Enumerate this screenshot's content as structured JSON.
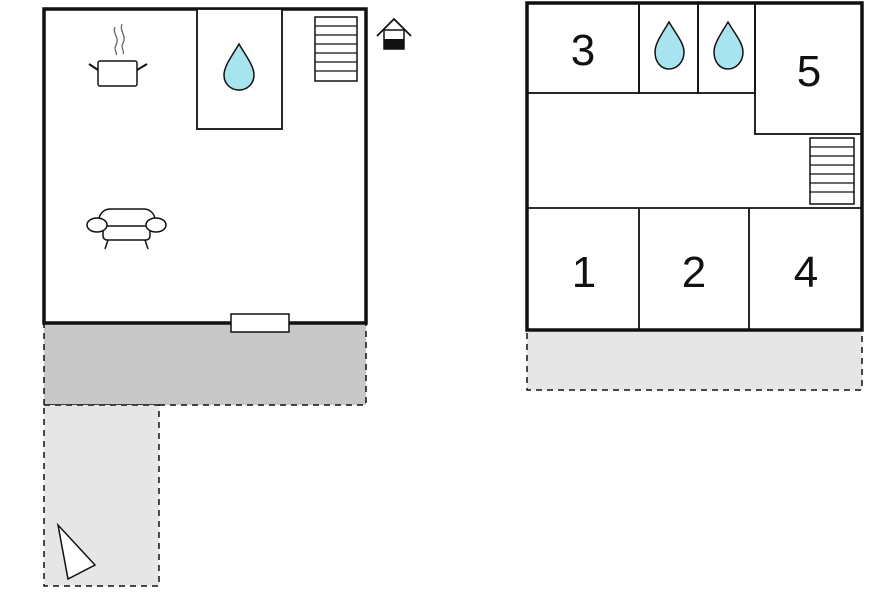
{
  "colors": {
    "wall": "#111111",
    "terrace_dark": "#c8c8c8",
    "terrace_light": "#e6e6e6",
    "water": "#a8e4ef",
    "background": "#ffffff"
  },
  "ground_floor": {
    "icons": [
      "cooking-pot-icon",
      "water-drop-icon",
      "stairs-icon",
      "house-outdoor-icon",
      "sofa-icon",
      "door-icon",
      "north-arrow-icon"
    ]
  },
  "upper_floor": {
    "rooms": [
      {
        "id": "room-3",
        "label": "3"
      },
      {
        "id": "room-5",
        "label": "5"
      },
      {
        "id": "room-1",
        "label": "1"
      },
      {
        "id": "room-2",
        "label": "2"
      },
      {
        "id": "room-4",
        "label": "4"
      }
    ],
    "icons": [
      "water-drop-icon",
      "water-drop-icon",
      "stairs-icon"
    ]
  }
}
